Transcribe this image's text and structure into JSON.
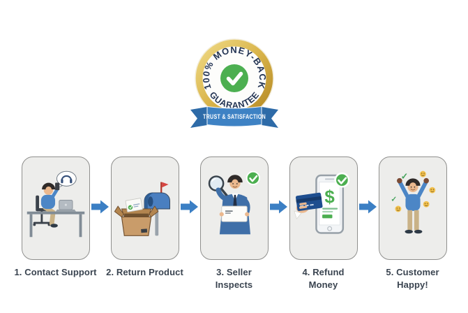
{
  "badge": {
    "arc_top_text": "100% MONEY-BACK",
    "arc_bottom_text": "GUARANTEE",
    "ribbon_text": "TRUST & SATISFACTION",
    "colors": {
      "gold_light": "#EFD87E",
      "gold_dark": "#B8902F",
      "text_navy": "#233453",
      "check_green": "#4CAF50",
      "ribbon_blue": "#3E82C4",
      "ribbon_tail_blue": "#2E6BA8"
    }
  },
  "steps": [
    {
      "label": "1. Contact Support",
      "illustration": "customer-on-phone-at-desk"
    },
    {
      "label": "2. Return Product",
      "illustration": "open-box-and-mailbox"
    },
    {
      "label": "3. Seller\nInspects",
      "illustration": "seller-with-magnifier-and-box"
    },
    {
      "label": "4. Refund\nMoney",
      "illustration": "card-and-phone-refund-complete"
    },
    {
      "label": "5. Customer\nHappy!",
      "illustration": "celebrating-customer"
    }
  ],
  "arrow": {
    "color": "#3B7FC4"
  },
  "background_color": "#FFFFFF"
}
